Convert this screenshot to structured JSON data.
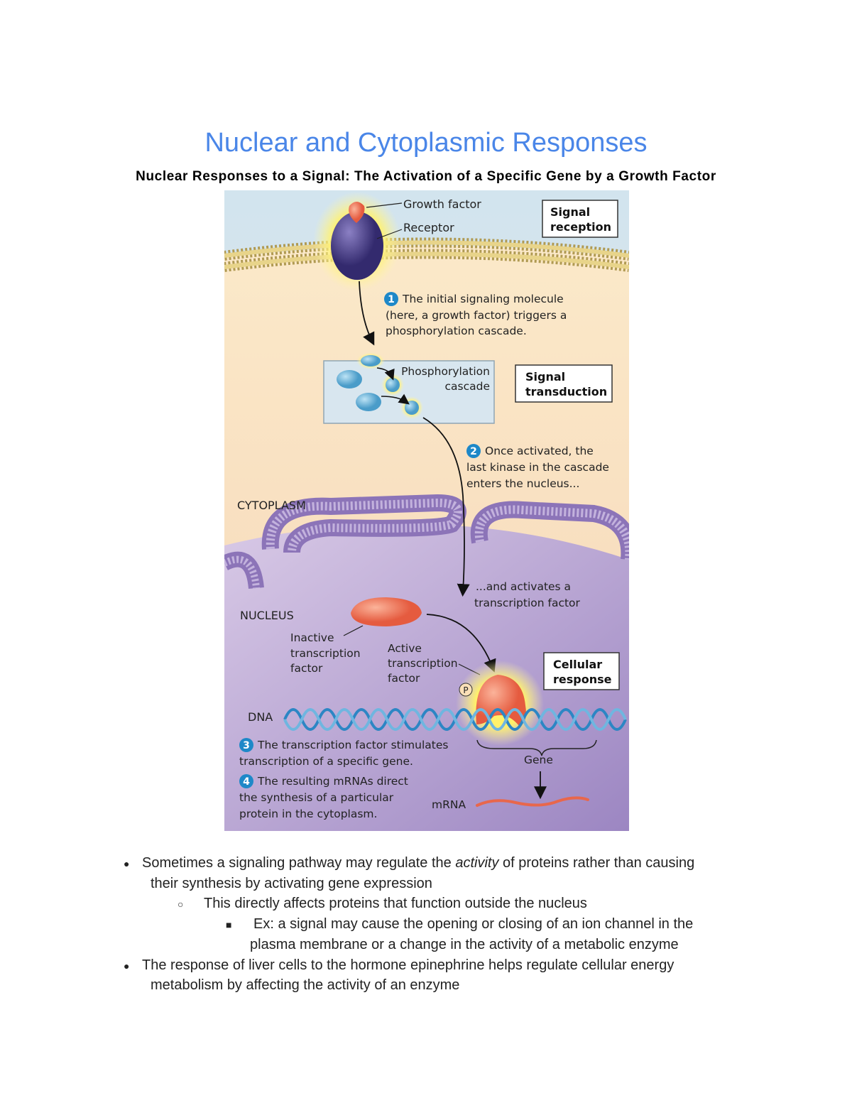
{
  "title": "Nuclear and Cytoplasmic Responses",
  "subtitle": "Nuclear Responses to a Signal: The Activation of a Specific Gene by a Growth Factor",
  "figure": {
    "growth_factor_label": "Growth factor",
    "receptor_label": "Receptor",
    "signal_reception": [
      "Signal",
      "reception"
    ],
    "step1": {
      "num": "1",
      "lines": [
        "The initial signaling molecule",
        "(here, a growth factor) triggers a",
        "phosphorylation cascade."
      ]
    },
    "cascade_label": [
      "Phosphorylation",
      "cascade"
    ],
    "signal_transduction": [
      "Signal",
      "transduction"
    ],
    "step2": {
      "num": "2",
      "lines": [
        "Once activated, the",
        "last kinase in the cascade",
        "enters the nucleus..."
      ]
    },
    "cytoplasm_label": "CYTOPLASM",
    "activates_label": [
      "...and activates a",
      "transcription factor"
    ],
    "nucleus_label": "NUCLEUS",
    "inactive_tf": [
      "Inactive",
      "transcription",
      "factor"
    ],
    "active_tf": [
      "Active",
      "transcription",
      "factor"
    ],
    "cellular_response": [
      "Cellular",
      "response"
    ],
    "p_label": "P",
    "dna_label": "DNA",
    "step3": {
      "num": "3",
      "lines": [
        "The transcription factor stimulates",
        "transcription of a specific gene."
      ]
    },
    "gene_label": "Gene",
    "step4": {
      "num": "4",
      "lines": [
        "The resulting mRNAs direct",
        "the synthesis of a particular",
        "protein in the cytoplasm."
      ]
    },
    "mrna_label": "mRNA"
  },
  "bullets": {
    "b1": {
      "marker": "●",
      "pre": " Sometimes a signaling pathway may regulate the ",
      "em": "activity",
      "post": " of proteins rather than causing",
      "line2": "their synthesis by activating gene expression"
    },
    "b1a": {
      "marker": "○",
      "text": "This directly affects proteins that function outside the nucleus"
    },
    "b1a1": {
      "marker": "■",
      "text": "Ex: a signal may cause the opening or closing of an ion channel in the",
      "line2": "plasma membrane or a change in the activity of a metabolic enzyme"
    },
    "b2": {
      "marker": "●",
      "text": " The response of liver cells to the hormone epinephrine helps regulate cellular energy",
      "line2": "metabolism by affecting the activity of an enzyme"
    }
  },
  "colors": {
    "title": "#4a86e8",
    "step_circle": "#1e88c8",
    "membrane": "#c8b366",
    "nucleus": "#b8a3d6",
    "protein": "#4b4283",
    "tf": "#ef6e52"
  }
}
